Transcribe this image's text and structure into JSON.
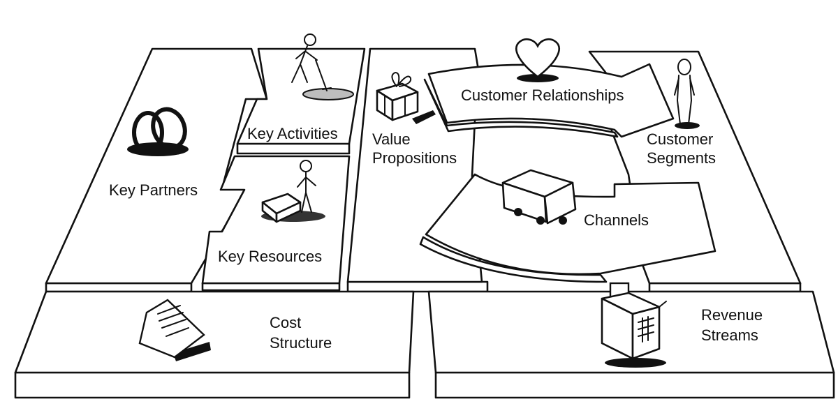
{
  "blocks": {
    "key_partners": "Key Partners",
    "key_activities": "Key Activities",
    "key_resources": "Key Resources",
    "value_propositions": [
      "Value",
      "Propositions"
    ],
    "customer_relationships": "Customer Relationships",
    "channels": "Channels",
    "customer_segments": [
      "Customer",
      "Segments"
    ],
    "cost_structure": [
      "Cost",
      "Structure"
    ],
    "revenue_streams": [
      "Revenue",
      "Streams"
    ]
  },
  "icons": {
    "key_partners": "interlocked-rings-icon",
    "key_activities": "person-digging-icon",
    "key_resources": "person-with-machine-icon",
    "value_propositions": "gift-box-icon",
    "customer_relationships": "heart-icon",
    "channels": "delivery-truck-icon",
    "customer_segments": "standing-person-icon",
    "cost_structure": "paper-invoice-icon",
    "revenue_streams": "cash-register-icon"
  }
}
